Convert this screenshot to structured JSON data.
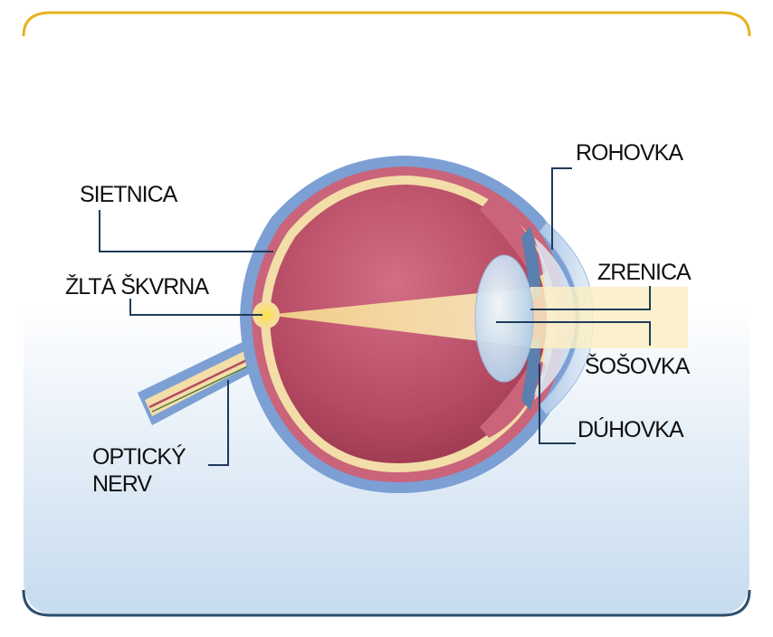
{
  "labels": {
    "retina": "SIETNICA",
    "macula": "ŽLTÁ ŠKVRNA",
    "optic_nerve_line1": "OPTICKÝ",
    "optic_nerve_line2": "NERV",
    "cornea": "ROHOVKA",
    "pupil": "ZRENICA",
    "lens": "ŠOŠOVKA",
    "iris": "DÚHOVKA"
  },
  "colors": {
    "frame_top": "#e6b320",
    "frame_bottom": "#2d4f6e",
    "background_bottom": "#c6dbef",
    "sclera": "#7c9fd4",
    "eye_interior": "#b54a62",
    "retina_layer": "#f3dda8",
    "light_beam": "#fbeec4",
    "lens": "#d6e7f4"
  }
}
